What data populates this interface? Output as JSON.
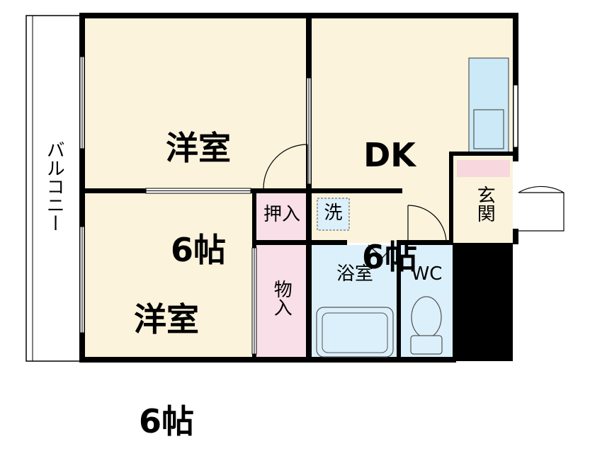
{
  "colors": {
    "wall": "#000000",
    "western_room": "#fbf3dc",
    "dk": "#fbf3dc",
    "entrance": "#fbf3dc",
    "entrance_step": "#f8d7df",
    "closet": "#f8dfe8",
    "storage": "#f8dfe8",
    "bath": "#dcf0fb",
    "wc": "#dcf0fb",
    "kitchen": "#cbe9f6",
    "balcony": "#ffffff",
    "laundry": "#dcf0fb"
  },
  "rooms": {
    "western_top": {
      "line1": "洋室",
      "line2": "6帖"
    },
    "western_bottom": {
      "line1": "洋室",
      "line2": "6帖"
    },
    "dk": {
      "line1": "DK",
      "line2": "6帖"
    },
    "closet": "押入",
    "laundry": "洗",
    "storage": "物入",
    "bath": "浴室",
    "wc": "WC",
    "entrance": "玄関",
    "balcony": "バルコニー"
  }
}
